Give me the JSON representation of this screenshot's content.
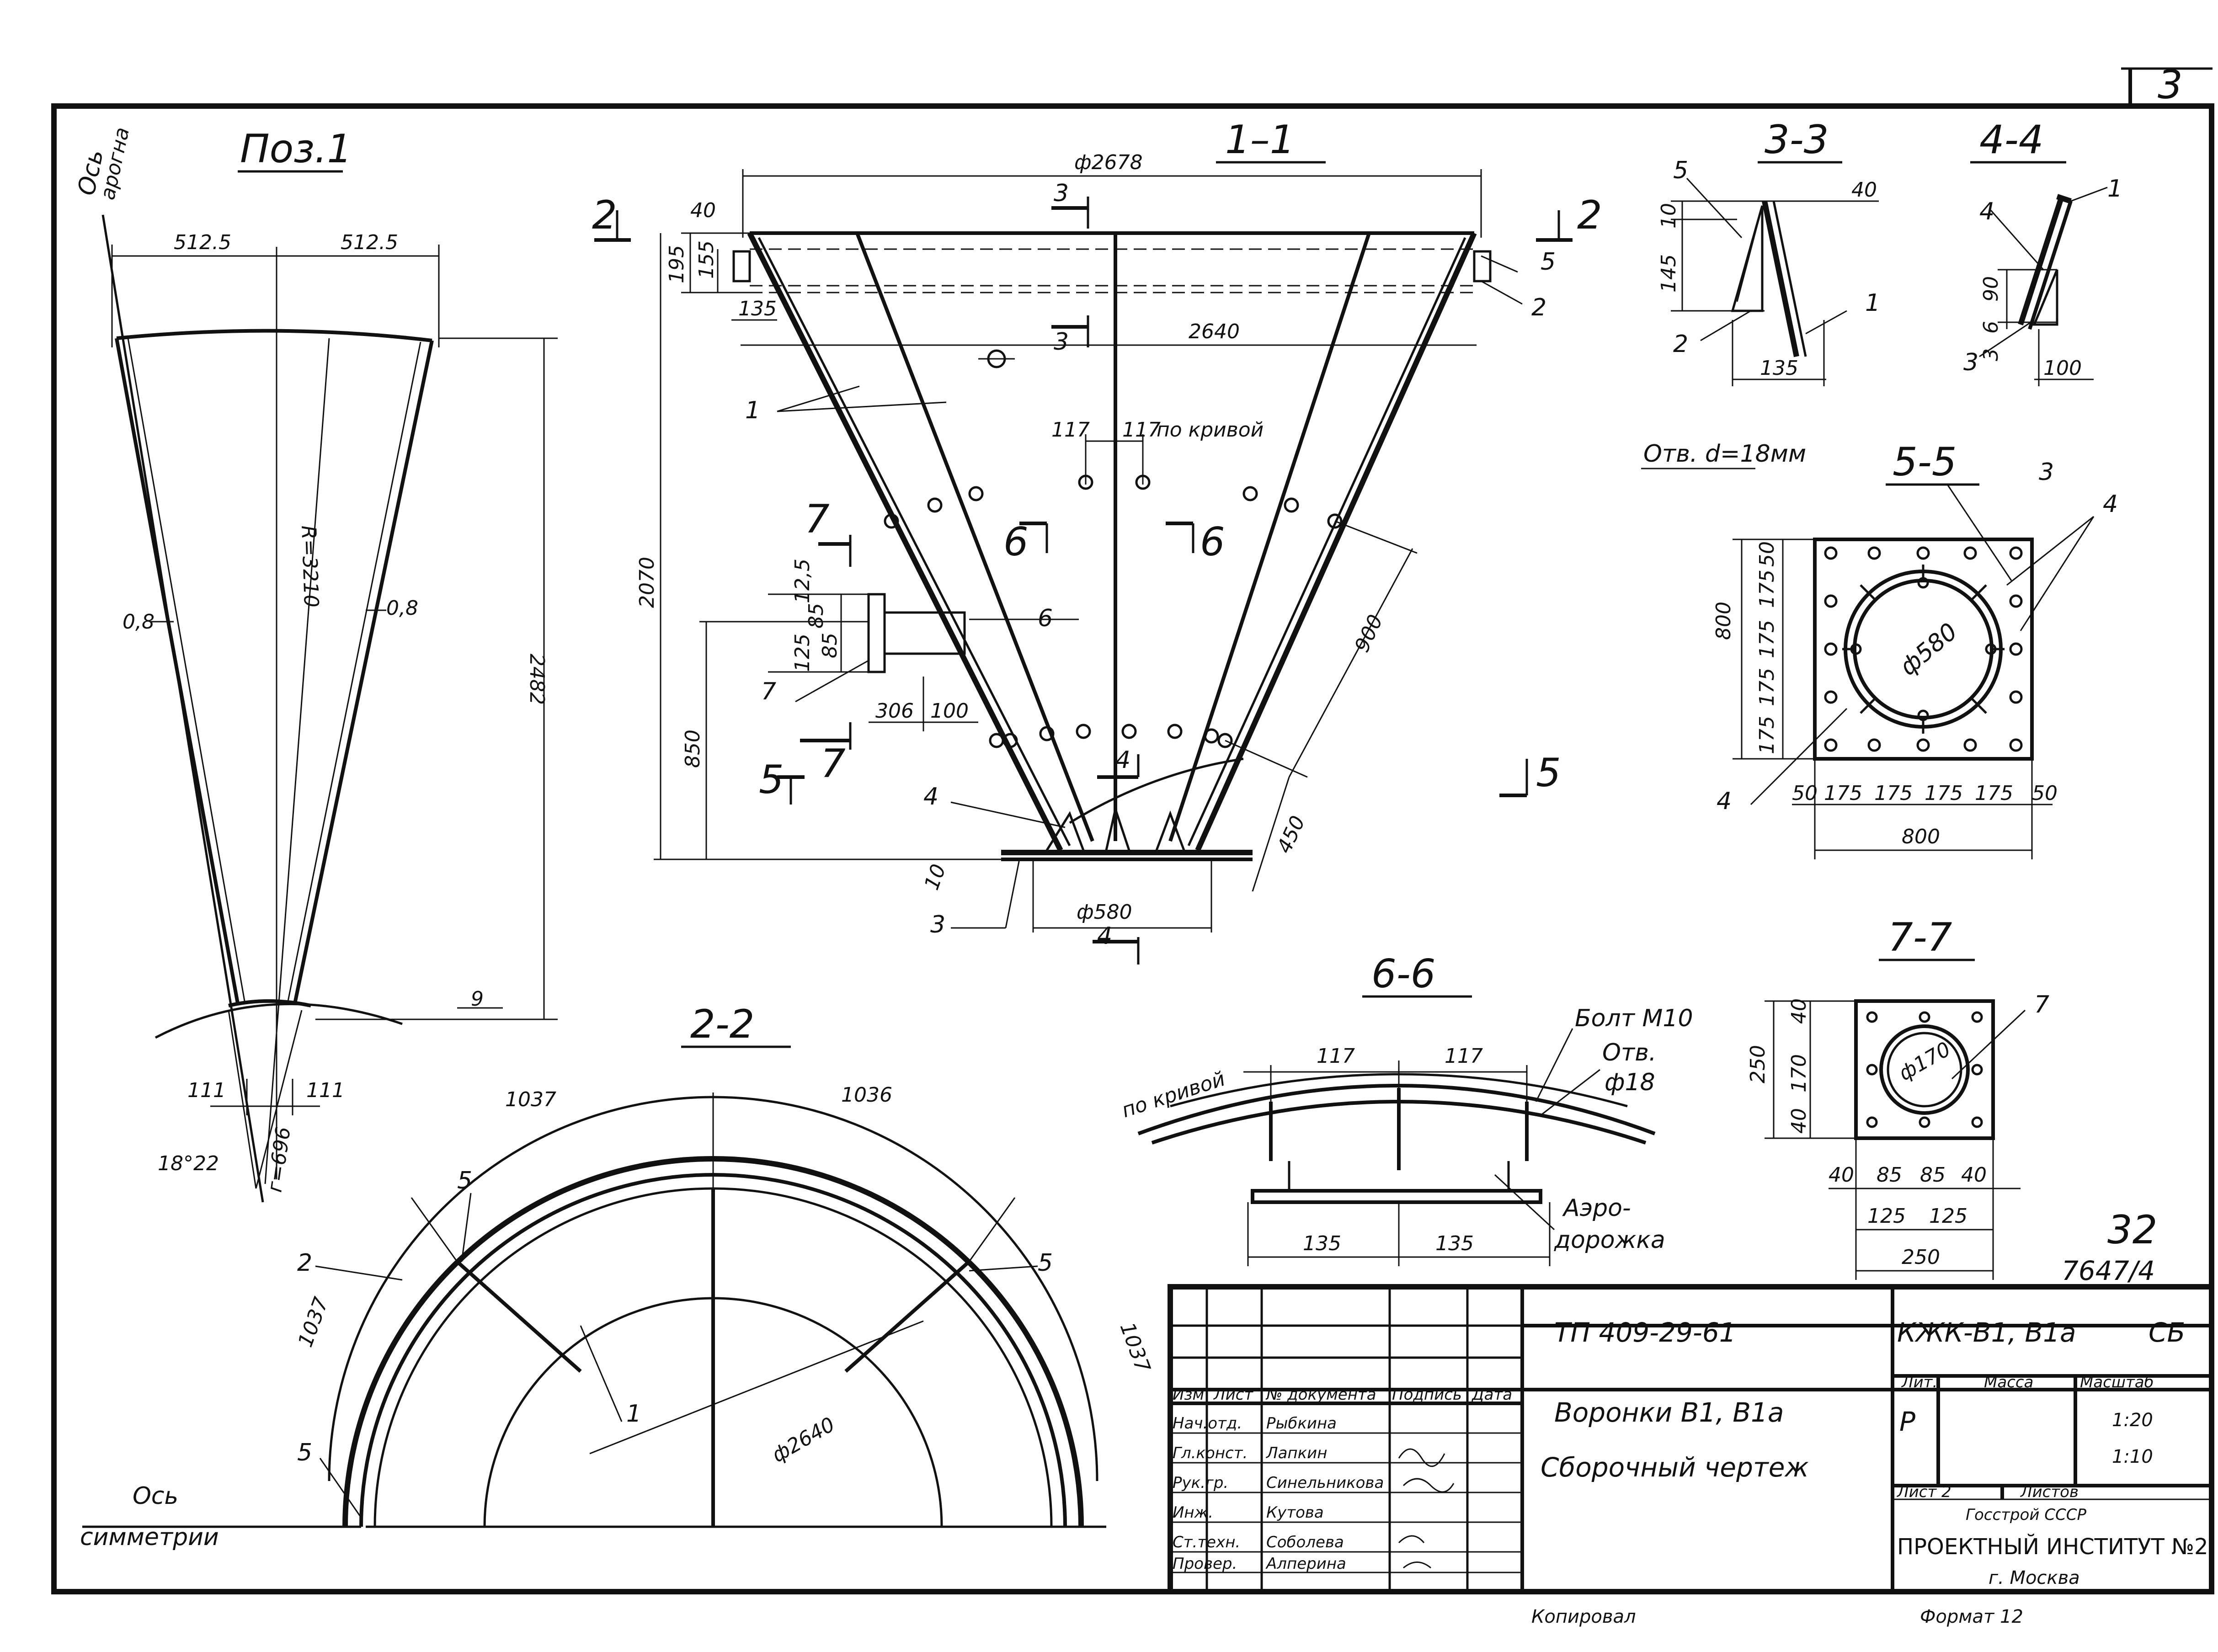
{
  "sheet_number": "3",
  "page_number": "32",
  "archive_number": "7647/4",
  "poz1": {
    "title": "Поз.1",
    "axis": "Ось",
    "axis2": "арогна",
    "dim_half_left": "512.5",
    "dim_half_right": "512.5",
    "radius": "R=3210",
    "thickness_left": "0,8",
    "thickness_right": "0,8",
    "height": "2482",
    "dim_9": "9",
    "dim_111_left": "111",
    "dim_111_right": "111",
    "angle": "18°22",
    "r_small": "г=696"
  },
  "s11": {
    "title": "1–1",
    "diameter_top": "ф2678",
    "dim_40": "40",
    "dim_195": "195",
    "dim_155": "155",
    "dim_135": "135",
    "dim_2640": "2640",
    "dim_117a": "117",
    "dim_117b": "117",
    "along_curve": "по кривой",
    "dim_2070": "2070",
    "dim_850": "850",
    "dim_900": "900",
    "dim_450": "450",
    "dim_10": "10",
    "diameter_bottom": "ф580",
    "dim_12_5": "12,5",
    "dim_85a": "85",
    "dim_85b": "85",
    "dim_125": "125",
    "dim_306": "306",
    "dim_100": "100",
    "cut_2": "2",
    "cut_3": "3",
    "cut_4": "4",
    "cut_5": "5",
    "cut_6": "6",
    "cut_7": "7",
    "pos_1": "1",
    "pos_2": "2",
    "pos_3": "3",
    "pos_4": "4",
    "pos_5": "5",
    "pos_6": "6",
    "pos_7": "7"
  },
  "s33": {
    "title": "3-3",
    "dim_10": "10",
    "dim_40": "40",
    "dim_145": "145",
    "dim_135": "135",
    "pos_1": "1",
    "pos_2": "2",
    "pos_5": "5"
  },
  "s44": {
    "title": "4-4",
    "dim_90": "90",
    "dim_6": "6",
    "dim_3": "3",
    "dim_100": "100",
    "pos_1": "1",
    "pos_3": "3",
    "pos_4": "4"
  },
  "s55": {
    "title": "5-5",
    "holes_note": "Отв. d=18мм",
    "diameter": "ф580",
    "dim_800_left": "800",
    "dim_800_bottom": "800",
    "dim_50": "50",
    "dim_175": "175",
    "pos_3": "3",
    "pos_4": "4"
  },
  "s22": {
    "title": "2-2",
    "arc_1037_top": "1037",
    "arc_1036": "1036",
    "arc_1037_left": "1037",
    "arc_1037_right": "1037",
    "diameter": "ф2640",
    "axis_label": "Ось",
    "axis_label2": "симметрии",
    "pos_1": "1",
    "pos_2": "2",
    "pos_5": "5"
  },
  "s66": {
    "title": "6-6",
    "along_curve": "по кривой",
    "dim_117a": "117",
    "dim_117b": "117",
    "bolt": "Болт М10",
    "hole": "Отв.",
    "hole_d": "ф18",
    "dim_135a": "135",
    "dim_135b": "135",
    "aero1": "Аэро-",
    "aero2": "дорожка"
  },
  "s77": {
    "title": "7-7",
    "dim_250_left": "250",
    "dim_40_top": "40",
    "dim_170": "170",
    "dim_40_bot": "40",
    "diameter": "ф170",
    "dim_40a": "40",
    "dim_85a": "85",
    "dim_85b": "85",
    "dim_40b": "40",
    "dim_125a": "125",
    "dim_125b": "125",
    "dim_250_bottom": "250",
    "pos_7": "7"
  },
  "title_block": {
    "project_code": "ТП 409-29-61",
    "drawing_code": "КЖК-В1, В1а",
    "drawing_code_suffix": "СБ",
    "title_line1": "Воронки В1, В1а",
    "title_line2": "Сборочный чертеж",
    "col_headers": [
      "Изм",
      "Лист",
      "№ документа",
      "Подпись",
      "Дата"
    ],
    "rows": [
      {
        "role": "Нач.отд.",
        "name": "Рыбкина"
      },
      {
        "role": "Гл.конст.",
        "name": "Лапкин"
      },
      {
        "role": "Рук.гр.",
        "name": "Синельникова"
      },
      {
        "role": "Инж.",
        "name": "Кутова"
      },
      {
        "role": "Ст.техн.",
        "name": "Соболева"
      },
      {
        "role": "Провер.",
        "name": "Алперина"
      }
    ],
    "stage_header": "Лит.",
    "mass_header": "Масса",
    "scale_header": "Масштаб",
    "stage": "Р",
    "scale1": "1:20",
    "scale2": "1:10",
    "sheet_label": "Лист 2",
    "sheets_label": "Листов",
    "org1": "Госстрой СССР",
    "org2": "ПРОЕКТНЫЙ ИНСТИТУТ №2",
    "org3": "г. Москва"
  },
  "footer_left": "Копировал",
  "footer_right": "Формат 12"
}
